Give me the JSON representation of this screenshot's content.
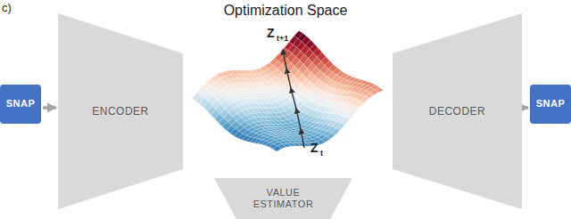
{
  "diagram": {
    "title": "Optimization Space",
    "nodes": [
      {
        "text": [
          "SNAP"
        ]
      },
      {
        "text": [
          "ENCODER"
        ]
      },
      {
        "text": [
          "DECODER"
        ]
      },
      {
        "text": [
          "SNAP"
        ]
      },
      {
        "text": [
          "VALUE ESTIMATOR"
        ]
      }
    ],
    "edges": [
      {
        "from": 0,
        "to": 1,
        "arrow": "to"
      },
      {
        "from": 2,
        "to": 3,
        "arrow": "to"
      }
    ],
    "labels": [
      "c)",
      "Z",
      "t+1",
      "Z",
      "t"
    ]
  }
}
